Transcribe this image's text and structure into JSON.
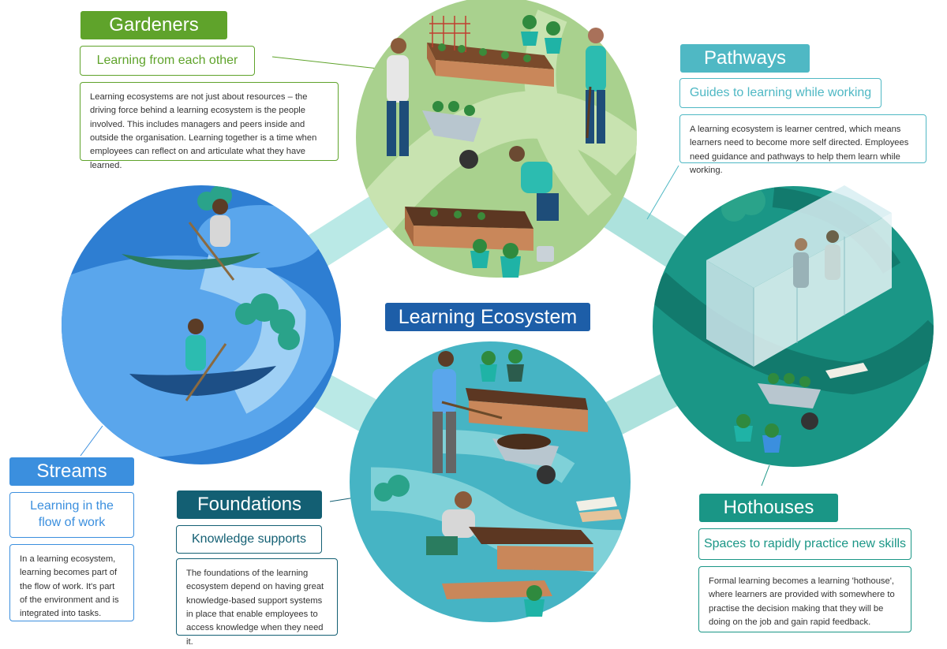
{
  "title": "Learning Ecosystem",
  "sections": {
    "gardeners": {
      "title": "Gardeners",
      "subtitle": "Learning from each other",
      "description": "Learning ecosystems are not just about resources – the driving force behind a learning ecosystem is the people involved. This includes managers and peers inside and outside the organisation. Learning  together is a time when  employees can reflect on and articulate what they have learned.",
      "color": "#5fa32b"
    },
    "pathways": {
      "title": "Pathways",
      "subtitle": "Guides to learning while working",
      "description": "A learning ecosystem is learner centred, which means learners need to become more self directed. Employees need guidance and pathways to help them learn while working.",
      "color": "#4fb8c4"
    },
    "streams": {
      "title": "Streams",
      "subtitle": "Learning in the flow of work",
      "description": "In a learning ecosystem, learning becomes part of the flow of work. It's part of the environment and is integrated into tasks.",
      "color": "#3b8fde"
    },
    "foundations": {
      "title": "Foundations",
      "subtitle": "Knowledge supports",
      "description": "The foundations of the learning ecosystem depend on having great knowledge-based support systems in place that enable employees to access knowledge when they need it.",
      "color": "#135f73"
    },
    "hothouses": {
      "title": "Hothouses",
      "subtitle": "Spaces to rapidly practice new skills",
      "description": "Formal learning becomes a learning 'hothouse', where learners are provided with somewhere to practise the decision making that they will be doing on the job and gain rapid feedback.",
      "color": "#1a9686"
    }
  },
  "icons": [
    "gardener-figure",
    "wheelbarrow",
    "raised-bed",
    "plant-pot",
    "canoe",
    "greenhouse",
    "shovel",
    "watering-can"
  ]
}
